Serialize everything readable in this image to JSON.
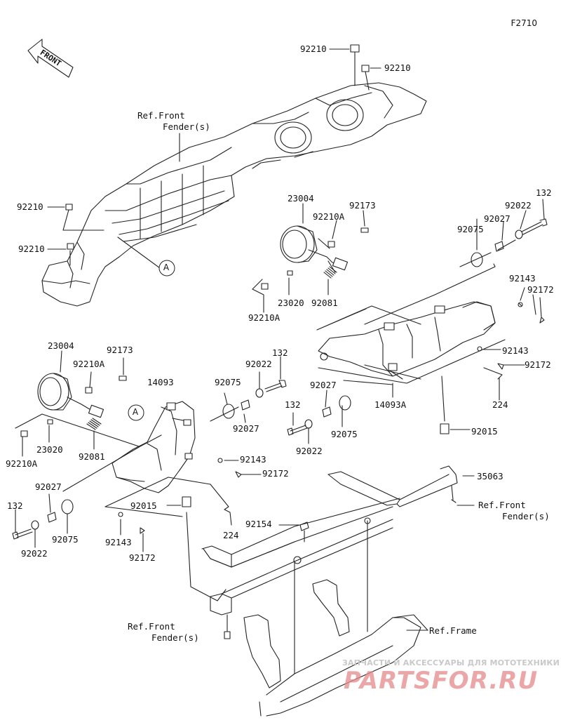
{
  "diagram_code": "F2710",
  "front_label": "FRONT",
  "callout_A": "A",
  "watermark": {
    "tagline": "ЗАПЧАСТИ И АКСЕССУАРЫ ДЛЯ МОТОТЕХНИКИ",
    "logo": "PARTSFOR.RU"
  },
  "labels": {
    "p92210_top1": "92210",
    "p92210_top2": "92210",
    "ref_front_fender_top_1": "Ref.Front",
    "ref_front_fender_top_2": "Fender(s)",
    "p92210_left1": "92210",
    "p92210_left2": "92210",
    "r_23004": "23004",
    "r_92173": "92173",
    "r_92210A": "92210A",
    "r_132": "132",
    "r_92022": "92022",
    "r_92027": "92027",
    "r_92075": "92075",
    "r_92143": "92143",
    "r_92172": "92172",
    "r_92210A_b": "92210A",
    "r_23020": "23020",
    "r_92081": "92081",
    "r_92143_b": "92143",
    "r_92172_b": "92172",
    "r_14093A": "14093A",
    "r_224": "224",
    "r_92015": "92015",
    "l_23004": "23004",
    "l_92173": "92173",
    "l_92210A": "92210A",
    "l_14093": "14093",
    "l_92075": "92075",
    "l_92022": "92022",
    "l_132": "132",
    "l_92027": "92027",
    "l_92210A_b": "92210A",
    "l_23020": "23020",
    "l_92081": "92081",
    "l_92143": "92143",
    "l_92172": "92172",
    "l_92027_b": "92027",
    "l_132_b": "132",
    "l_92075_b": "92075",
    "l_92022_b": "92022",
    "l_92015": "92015",
    "l_224": "224",
    "l_92143_b": "92143",
    "l_92172_b": "92172",
    "m_92027": "92027",
    "m_132": "132",
    "m_92075": "92075",
    "m_92022": "92022",
    "p_35063": "35063",
    "ref_front_fender_mid_1": "Ref.Front",
    "ref_front_fender_mid_2": "Fender(s)",
    "p_92154": "92154",
    "ref_front_fender_bot_1": "Ref.Front",
    "ref_front_fender_bot_2": "Fender(s)",
    "ref_frame": "Ref.Frame"
  },
  "icons": [
    "front-arrow-icon"
  ]
}
